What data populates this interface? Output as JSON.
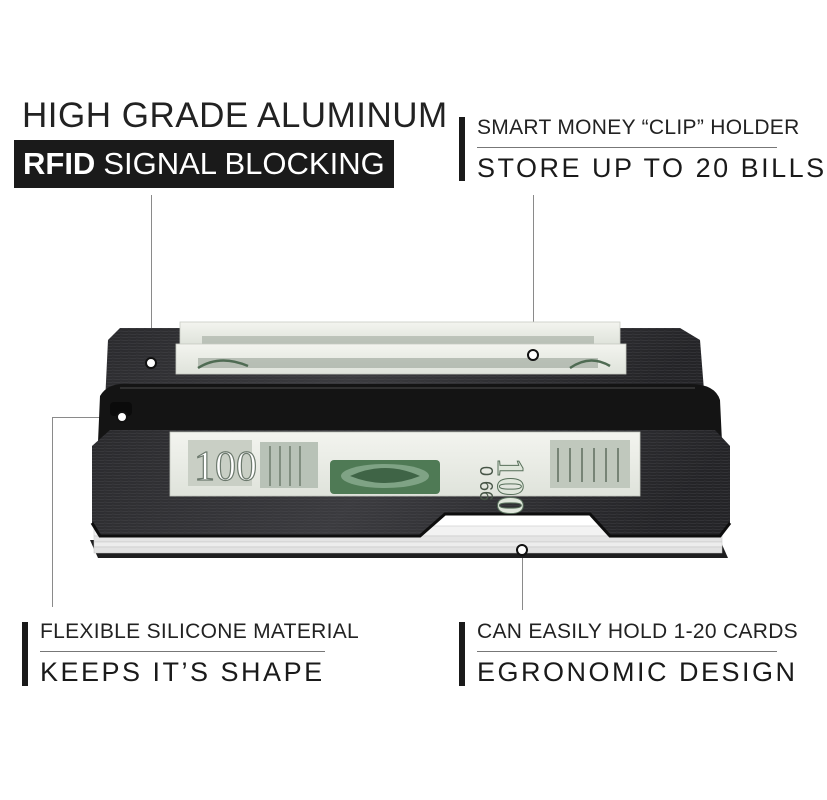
{
  "top_left": {
    "line1": "HIGH GRADE ALUMINUM",
    "box_bold": "RFID",
    "box_rest": "SIGNAL BLOCKING",
    "icon": "rfid-block-icon"
  },
  "top_right": {
    "line1": "SMART MONEY “CLIP” HOLDER",
    "line2": "STORE UP TO 20 BILLS"
  },
  "bottom_left": {
    "line1": "FLEXIBLE SILICONE MATERIAL",
    "line2": "KEEPS IT’S SHAPE"
  },
  "bottom_right": {
    "line1": "CAN EASILY HOLD 1-20 CARDS",
    "line2": "EGRONOMIC DESIGN"
  },
  "product": {
    "bill_serial": "0 66",
    "bill_denomination": "100"
  },
  "colors": {
    "text": "#1a1a1a",
    "wallet": "#1c1c1e",
    "banknote_green": "#4f7a55",
    "card_edge": "#e6e6e6"
  }
}
